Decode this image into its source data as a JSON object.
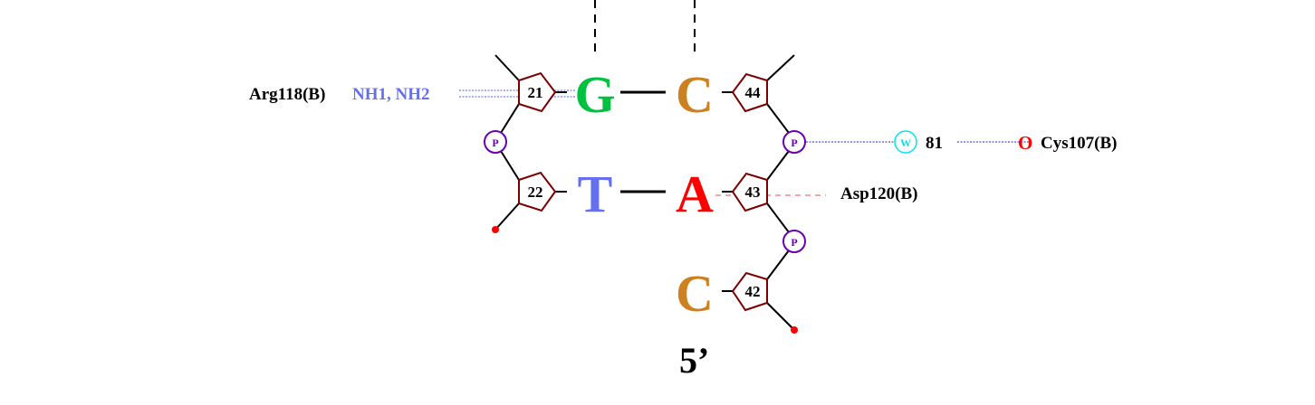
{
  "colors": {
    "sugar": "#7a0000",
    "phosphate": "#6a00b0",
    "water": "#00e5ee",
    "G": "#00c040",
    "C": "#cc8020",
    "T": "#6470f0",
    "A": "#ff0000",
    "atom_blue": "#6470f0",
    "atom_red": "#ff0000"
  },
  "left_strand": [
    {
      "number": "21",
      "base": "G"
    },
    {
      "number": "22",
      "base": "T"
    }
  ],
  "right_strand": [
    {
      "number": "44",
      "base": "C"
    },
    {
      "number": "43",
      "base": "A"
    },
    {
      "number": "42",
      "base": "C"
    }
  ],
  "phosphate_label": "P",
  "interactions": {
    "arg": {
      "residue": "Arg118(B)",
      "atoms": "NH1, NH2"
    },
    "water": {
      "symbol": "W",
      "number": "81"
    },
    "cys": {
      "atom": "O",
      "residue": "Cys107(B)"
    },
    "asp": {
      "residue": "Asp120(B)"
    }
  },
  "end_label": "5’"
}
